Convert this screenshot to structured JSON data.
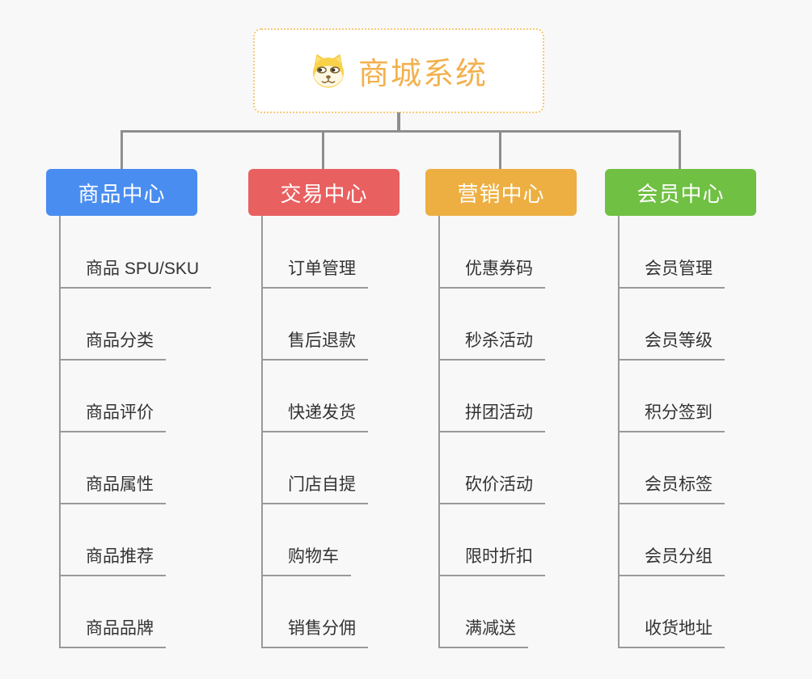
{
  "root": {
    "title": "商城系统",
    "icon": "dog-face-icon",
    "title_color": "#F2B14E",
    "border_color": "#F7C873",
    "background": "#FFFFFF"
  },
  "branches": [
    {
      "label": "商品中心",
      "color": "#4A8DF0",
      "items": [
        "商品 SPU/SKU",
        "商品分类",
        "商品评价",
        "商品属性",
        "商品推荐",
        "商品品牌"
      ]
    },
    {
      "label": "交易中心",
      "color": "#E96060",
      "items": [
        "订单管理",
        "售后退款",
        "快递发货",
        "门店自提",
        "购物车",
        "销售分佣"
      ]
    },
    {
      "label": "营销中心",
      "color": "#EDAF42",
      "items": [
        "优惠券码",
        "秒杀活动",
        "拼团活动",
        "砍价活动",
        "限时折扣",
        "满减送"
      ]
    },
    {
      "label": "会员中心",
      "color": "#70C043",
      "items": [
        "会员管理",
        "会员等级",
        "积分签到",
        "会员标签",
        "会员分组",
        "收货地址"
      ]
    }
  ],
  "colors": {
    "canvas_background": "#F8F8F8",
    "trunk_line": "#8E8E8E",
    "child_line": "#999999",
    "child_text": "#333333"
  }
}
